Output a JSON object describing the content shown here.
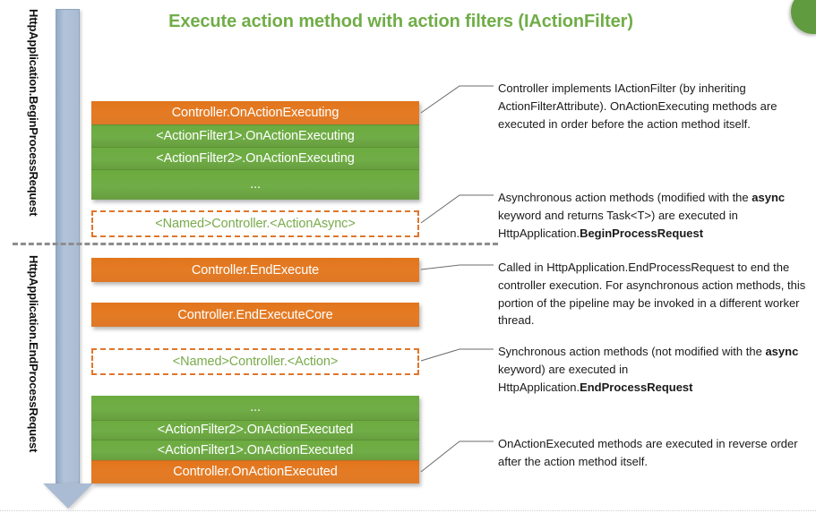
{
  "slide": {
    "title": "Execute action method with action filters (IActionFilter)",
    "accent_green": "#70ad47",
    "accent_orange": "#e4761e",
    "arrow_color": "#aabcd3",
    "divider_color": "#8d8d8d"
  },
  "phases": {
    "begin": "HttpApplication.BeginProcessRequest",
    "end": "HttpApplication.EndProcessRequest"
  },
  "pipeline": {
    "executing_stack": [
      {
        "label": "Controller.OnActionExecuting",
        "color": "orange"
      },
      {
        "label": "<ActionFilter1>.OnActionExecuting",
        "color": "green"
      },
      {
        "label": "<ActionFilter2>.OnActionExecuting",
        "color": "green"
      },
      {
        "label": "...",
        "color": "green"
      }
    ],
    "async_action_box": "<Named>Controller.<ActionAsync>",
    "end_execute": "Controller.EndExecute",
    "end_execute_core": "Controller.EndExecuteCore",
    "sync_action_box": "<Named>Controller.<Action>",
    "executed_stack": [
      {
        "label": "...",
        "color": "green"
      },
      {
        "label": "<ActionFilter2>.OnActionExecuted",
        "color": "green"
      },
      {
        "label": "<ActionFilter1>.OnActionExecuted",
        "color": "green"
      },
      {
        "label": "Controller.OnActionExecuted",
        "color": "orange"
      }
    ]
  },
  "notes": {
    "executing": {
      "part1": "Controller implements IActionFilter (by inheriting ActionFilterAttribute). OnActionExecuting methods are executed in order before the action method itself."
    },
    "async": {
      "part1": "Asynchronous action methods (modified with the ",
      "bold1": "async",
      "part2": " keyword and returns Task<T>) are executed in HttpApplication.",
      "bold2": "BeginProcessRequest"
    },
    "end_execute": {
      "part1": "Called in HttpApplication.EndProcessRequest to end the controller execution. For asynchronous action methods, this portion of the pipeline may be invoked in a different worker thread."
    },
    "sync": {
      "part1": "Synchronous action methods (not modified with the ",
      "bold1": "async",
      "part2": " keyword) are executed in HttpApplication.",
      "bold2": "EndProcessRequest"
    },
    "executed": {
      "part1": "OnActionExecuted methods are executed in reverse order after the action method itself."
    }
  }
}
